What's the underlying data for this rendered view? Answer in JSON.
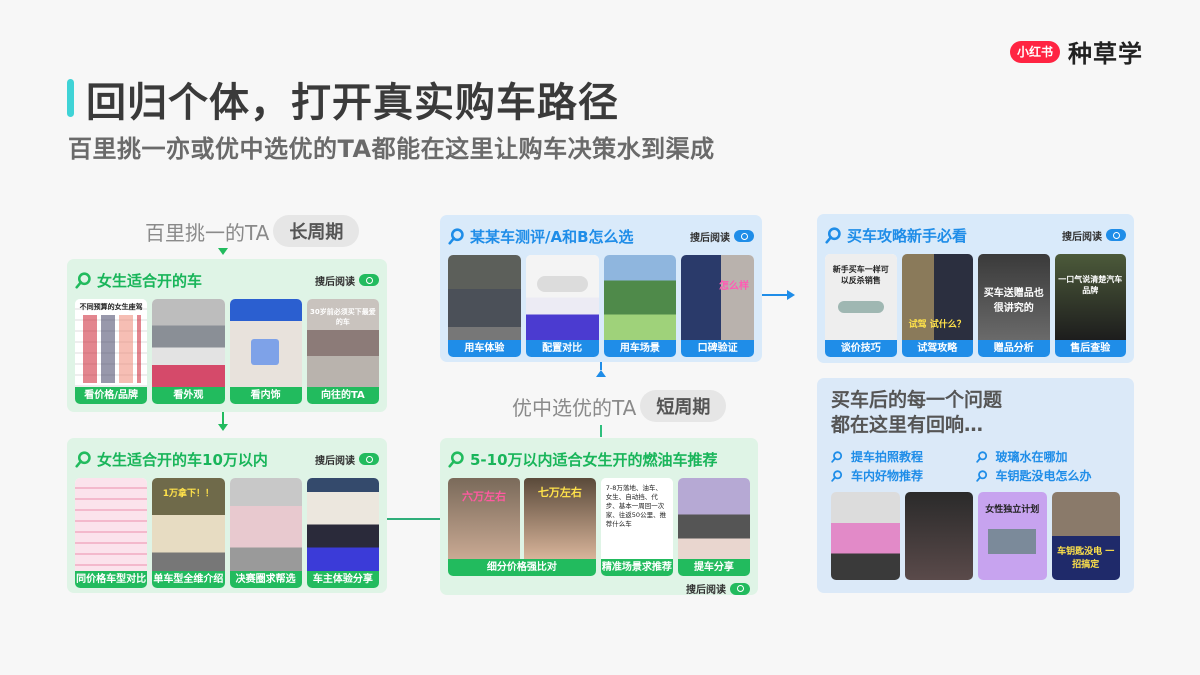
{
  "brand": {
    "badge": "小红书",
    "name": "种草学",
    "color": "#ff2442"
  },
  "header": {
    "title": "回归个体，打开真实购车路径",
    "subtitle": "百里挑一亦或优中选优的TA都能在这里让购车决策水到渠成",
    "accent": "#3fd3d6"
  },
  "segments": {
    "long": {
      "label": "百里挑一的TA",
      "cycle": "长周期"
    },
    "short": {
      "label": "优中选优的TA",
      "cycle": "短周期"
    }
  },
  "colors": {
    "green": "#22bb5e",
    "blue": "#1f8de8",
    "green_bg": "#dff4e6",
    "blue_bg": "#d9eafa"
  },
  "panels": {
    "p1": {
      "query": "女生适合开的车",
      "read_tag": "搜后阅读",
      "cards": [
        {
          "caption": "看价格/品牌",
          "overlay": "不同预算的女生座驾"
        },
        {
          "caption": "看外观",
          "overlay": ""
        },
        {
          "caption": "看内饰",
          "overlay": ""
        },
        {
          "caption": "向往的TA",
          "overlay": "30岁前必须买下最爱的车"
        }
      ]
    },
    "p2": {
      "query": "女生适合开的车10万以内",
      "read_tag": "搜后阅读",
      "cards": [
        {
          "caption": "同价格车型对比",
          "overlay": ""
        },
        {
          "caption": "单车型全维介绍",
          "overlay": "1万拿下！！"
        },
        {
          "caption": "决赛圈求帮选",
          "overlay": ""
        },
        {
          "caption": "车主体验分享",
          "overlay": ""
        }
      ]
    },
    "p3": {
      "query": "某某车测评/A和B怎么选",
      "read_tag": "搜后阅读",
      "cards": [
        {
          "caption": "用车体验",
          "overlay": ""
        },
        {
          "caption": "配置对比",
          "overlay": ""
        },
        {
          "caption": "用车场景",
          "overlay": ""
        },
        {
          "caption": "口碑验证",
          "overlay": "怎么样"
        }
      ]
    },
    "p4": {
      "query": "5-10万以内适合女生开的燃油车推荐",
      "read_tag": "搜后阅读",
      "cards": [
        {
          "caption": "细分价格强比对",
          "overlay_a": "六万左右",
          "overlay_b": "七万左右"
        },
        {
          "caption": "精准场景求推荐",
          "note": "7-8万落地、油车、女生、自动挡、代步、基本一周回一次家、往返50公里、推荐什么车"
        },
        {
          "caption": "提车分享",
          "overlay": ""
        }
      ]
    },
    "p5": {
      "query": "买车攻略新手必看",
      "read_tag": "搜后阅读",
      "cards": [
        {
          "caption": "谈价技巧",
          "overlay": "新手买车一样可以反杀销售"
        },
        {
          "caption": "试驾攻略",
          "overlay": "试驾 试什么？"
        },
        {
          "caption": "赠品分析",
          "overlay": "买车送赠品也很讲究的"
        },
        {
          "caption": "售后查验",
          "overlay": "一口气说清楚汽车品牌"
        }
      ]
    }
  },
  "qa": {
    "title_line1": "买车后的每一个问题",
    "title_line2": "都在这里有回响…",
    "links": [
      "提车拍照教程",
      "玻璃水在哪加",
      "车内好物推荐",
      "车钥匙没电怎么办"
    ],
    "cards": [
      {
        "overlay": ""
      },
      {
        "overlay": ""
      },
      {
        "overlay": "女性独立计划"
      },
      {
        "overlay": "车钥匙没电 一招搞定"
      }
    ]
  }
}
